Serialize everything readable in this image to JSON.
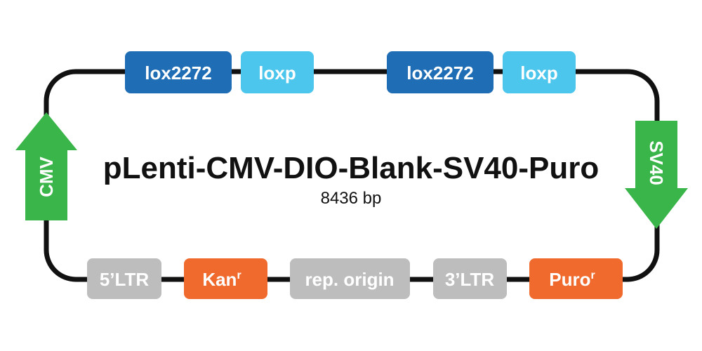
{
  "plasmid": {
    "name": "pLenti-CMV-DIO-Blank-SV40-Puro",
    "size": "8436 bp"
  },
  "colors": {
    "backbone": "#111111",
    "lox2272": "#1f6db4",
    "loxp": "#4cc6ec",
    "promoter": "#3ab54a",
    "resistance": "#ef6a2c",
    "neutral": "#bdbdbd"
  },
  "features": {
    "top": [
      {
        "label": "lox2272",
        "color": "lox2272"
      },
      {
        "label": "loxp",
        "color": "loxp"
      },
      {
        "label": "lox2272",
        "color": "lox2272"
      },
      {
        "label": "loxp",
        "color": "loxp"
      }
    ],
    "bottom": [
      {
        "label": "5’LTR",
        "color": "neutral"
      },
      {
        "label": "Kan",
        "sup": "r",
        "color": "resistance"
      },
      {
        "label": "rep. origin",
        "color": "neutral"
      },
      {
        "label": "3’LTR",
        "color": "neutral"
      },
      {
        "label": "Puro",
        "sup": "r",
        "color": "resistance"
      }
    ],
    "left_arrow": {
      "label": "CMV",
      "direction": "up",
      "color": "promoter"
    },
    "right_arrow": {
      "label": "SV40",
      "direction": "down",
      "color": "promoter"
    }
  }
}
